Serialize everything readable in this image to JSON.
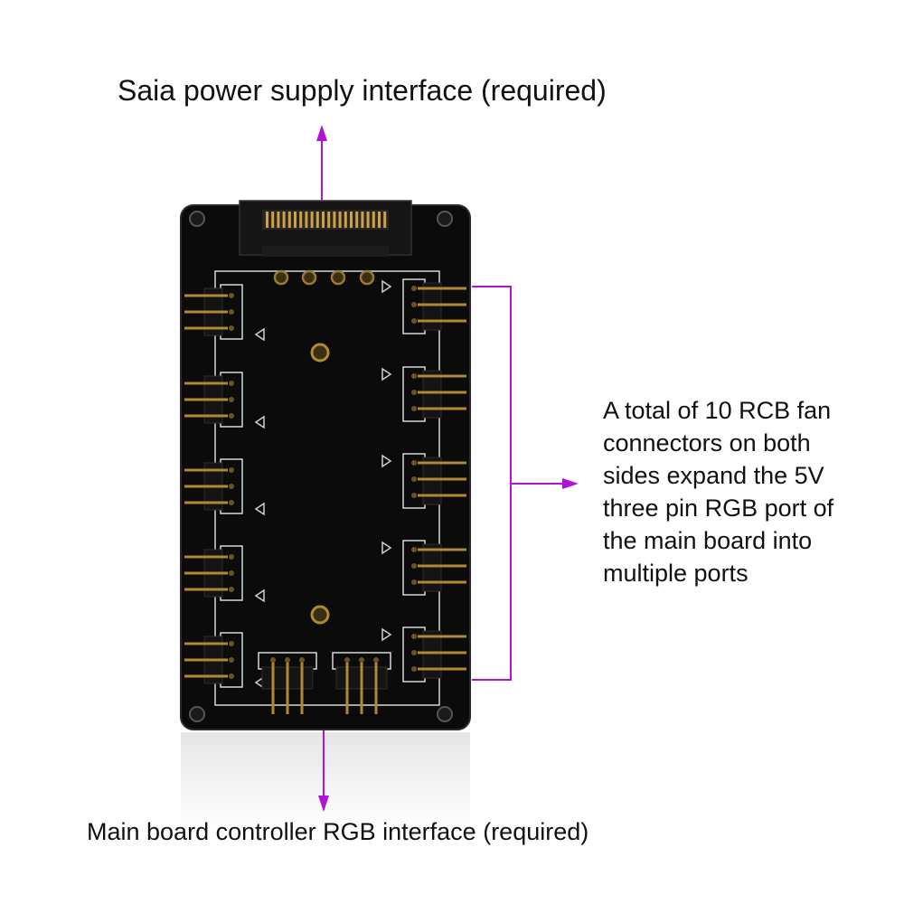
{
  "annotations": {
    "top": "Saia power supply interface (required)",
    "bottom": "Main board controller RGB interface (required)",
    "side_lines": [
      "A total of 10 RCB fan",
      "connectors on both",
      "sides expand the 5V",
      "three pin RGB port of",
      "the main board into",
      "multiple ports"
    ]
  },
  "colors": {
    "arrow": "#b013d6",
    "board": "#0a0a0a",
    "pin": "#b08a2e"
  },
  "icons": {
    "board": "rgb-fan-hub-board-icon",
    "arrow": "arrow-icon"
  }
}
